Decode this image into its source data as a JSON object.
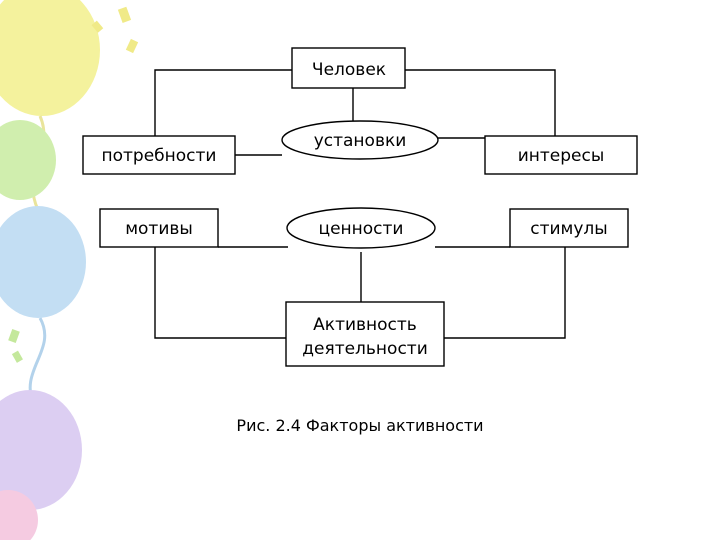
{
  "colors": {
    "line": "#000000",
    "box_fill": "#ffffff",
    "balloon_yellow": "#f3f08c",
    "balloon_green": "#c8eca0",
    "balloon_blue": "#b9d9f2",
    "balloon_purple": "#d7c6f0",
    "balloon_pink": "#f4c2dc"
  },
  "decoration": {
    "left_edge": "balloon-illustration"
  },
  "diagram": {
    "nodes": {
      "person": "Человек",
      "needs": "потребности",
      "attitudes": "установки",
      "interests": "интересы",
      "motives": "мотивы",
      "values": "ценности",
      "incentives": "стимулы",
      "activity_line1": "Активность",
      "activity_line2": "деятельности"
    },
    "caption": "Рис. 2.4 Факторы активности"
  }
}
